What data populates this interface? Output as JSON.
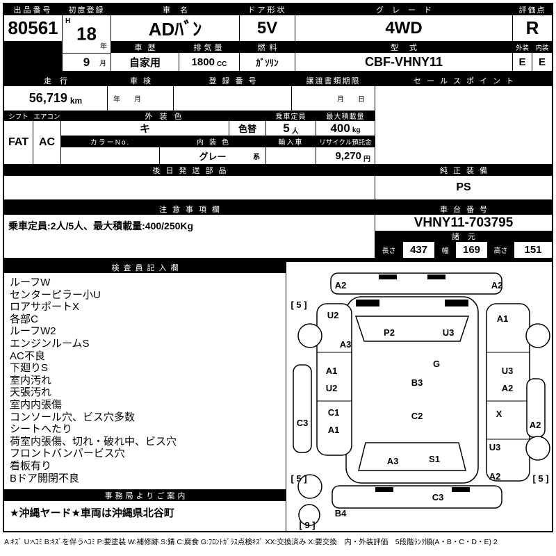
{
  "top": {
    "exhibit_no_label": "出品番号",
    "exhibit_no": "80561",
    "first_reg_label": "初度登録",
    "first_reg_era": "H",
    "first_reg_year": "18",
    "first_reg_year_unit": "年",
    "first_reg_month": "9",
    "first_reg_month_unit": "月",
    "car_name_label": "車名",
    "car_name": "ADﾊﾞﾝ",
    "door_label": "ドア形状",
    "door": "5V",
    "grade_label": "グレード",
    "grade": "4WD",
    "score_label": "評価点",
    "score": "R",
    "history_label": "車歴",
    "history": "自家用",
    "displacement_label": "排気量",
    "displacement": "1800",
    "displacement_unit": "CC",
    "fuel_label": "燃料",
    "fuel": "ｶﾞｿﾘﾝ",
    "model_label": "型式",
    "model": "CBF-VHNY11",
    "exterior_label": "外装",
    "exterior_score": "E",
    "interior_label": "内装",
    "interior_score": "E"
  },
  "mileage": {
    "label": "走行",
    "value": "56,719",
    "unit": "km",
    "inspection_label": "車検",
    "inspection_value": "年　　月",
    "reg_no_label": "登録番号",
    "transfer_label": "譲渡書類期限",
    "transfer_value": "月　　日",
    "sales_point_label": "セールスポイント"
  },
  "spec": {
    "shift_label": "シフト",
    "shift": "FAT",
    "aircon_label": "エアコン",
    "aircon": "AC",
    "ext_color_label": "外装色",
    "ext_color": "キ",
    "color_change": "色替",
    "capacity_label": "乗車定員",
    "capacity": "5",
    "capacity_unit": "人",
    "max_load_label": "最大積載量",
    "max_load": "400",
    "max_load_unit": "kg",
    "color_no_label": "カラーNo.",
    "int_color_label": "内装色",
    "int_color": "グレー",
    "int_color_suffix": "系",
    "import_label": "輸入車",
    "recycle_label": "リサイクル預託金",
    "recycle_fee": "9,270",
    "recycle_unit": "円",
    "later_parts_label": "後日発送部品",
    "equip_label": "純正装備",
    "equip": "PS"
  },
  "notice": {
    "label": "注意事項欄",
    "text": "乗車定員:2人/5人、最大積載量:400/250Kg"
  },
  "chassis": {
    "label": "車台番号",
    "number": "VHNY11-703795",
    "spec_label": "諸元",
    "length_label": "長さ",
    "length": "437",
    "width_label": "幅",
    "width": "169",
    "height_label": "高さ",
    "height": "151"
  },
  "inspector": {
    "label": "検査員記入欄",
    "notes": [
      "ルーフW",
      "センターピラー小U",
      "ロアサポートX",
      "各部C",
      "ルーフW2",
      "エンジンルームS",
      "AC不良",
      "下廻りS",
      "室内汚れ",
      "天張汚れ",
      "室内内張傷",
      "コンソール穴、ビス穴多数",
      "シートへたり",
      "荷室内張傷、切れ・破れ中、ビス穴",
      "フロントバンパービス穴",
      "看板有り",
      "Bドア開閉不良"
    ]
  },
  "office": {
    "label": "事務局よりご案内",
    "text": "★沖縄ヤード★車両は沖縄県北谷町"
  },
  "diagram": {
    "labels": [
      "A2",
      "A2",
      "[ 5 ]",
      "U2",
      "A1",
      "A3",
      "P2",
      "U3",
      "A1",
      "U2",
      "G",
      "B3",
      "U3",
      "A2",
      "C3",
      "C1",
      "A1",
      "C2",
      "X",
      "A2",
      "U3",
      "A3",
      "S1",
      "A2",
      "[ 5 ]",
      "[ 5 ]",
      "C3",
      "B4",
      "[ 9 ]"
    ]
  },
  "legend": "A:ｷｽﾞ U:ﾍｺﾐ B:ｷｽﾞを伴うﾍｺﾐ P:要塗装 W:補修跡 S:錆 C:腐食 G:ﾌﾛﾝﾄｶﾞﾗｽ点検ｷｽﾞ XX:交換済み X:要交換　内・外装評価　5段階ﾗﾝｸ順(A・B・C・D・E) 2"
}
